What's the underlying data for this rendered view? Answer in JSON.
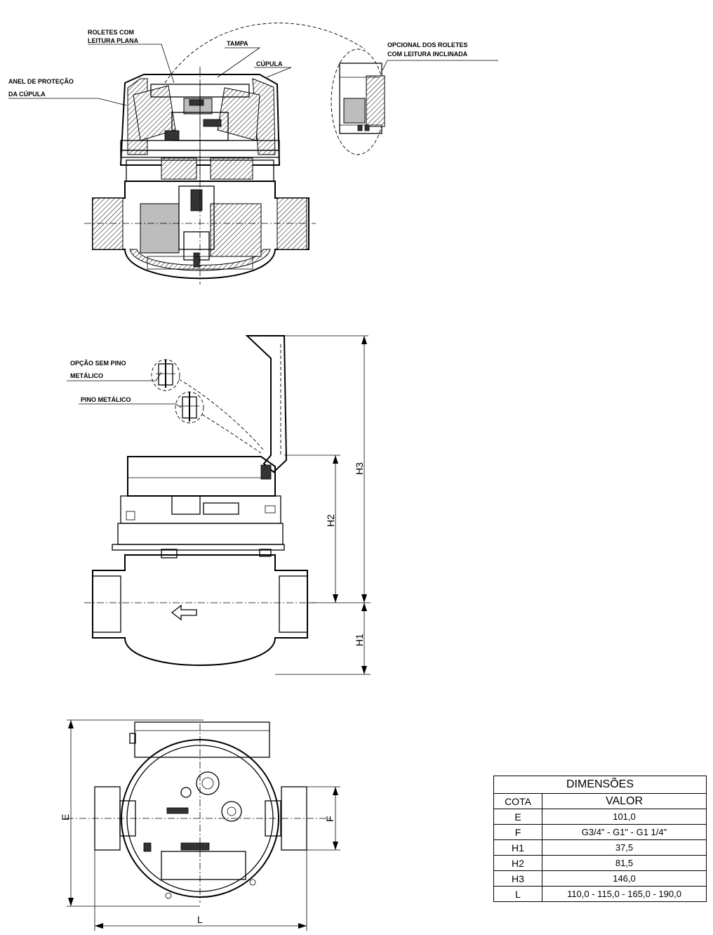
{
  "callouts": {
    "roletes_leitura_plana_1": "ROLETES COM",
    "roletes_leitura_plana_2": "LEITURA PLANA",
    "tampa": "TAMPA",
    "cupula": "CÚPULA",
    "anel_1": "ANEL DE PROTEÇÃO",
    "anel_2": "DA CÚPULA",
    "opcional_1": "OPCIONAL DOS ROLETES",
    "opcional_2": "COM LEITURA INCLINADA",
    "opcao_sem_pino_1": "OPÇÃO SEM PINO",
    "opcao_sem_pino_2": "METÁLICO",
    "pino_metalico": "PINO METÁLICO"
  },
  "dimension_labels": {
    "h3": "H3",
    "h2": "H2",
    "h1": "H1",
    "e": "E",
    "f": "F",
    "l": "L"
  },
  "table": {
    "title": "DIMENSÕES",
    "col_cota": "COTA",
    "col_valor": "VALOR",
    "rows": [
      {
        "cota": "E",
        "valor": "101,0"
      },
      {
        "cota": "F",
        "valor": "G3/4\" - G1\" - G1 1/4\""
      },
      {
        "cota": "H1",
        "valor": "37,5"
      },
      {
        "cota": "H2",
        "valor": "81,5"
      },
      {
        "cota": "H3",
        "valor": "146,0"
      },
      {
        "cota": "L",
        "valor": "110,0 - 115,0 - 165,0 - 190,0"
      }
    ]
  }
}
